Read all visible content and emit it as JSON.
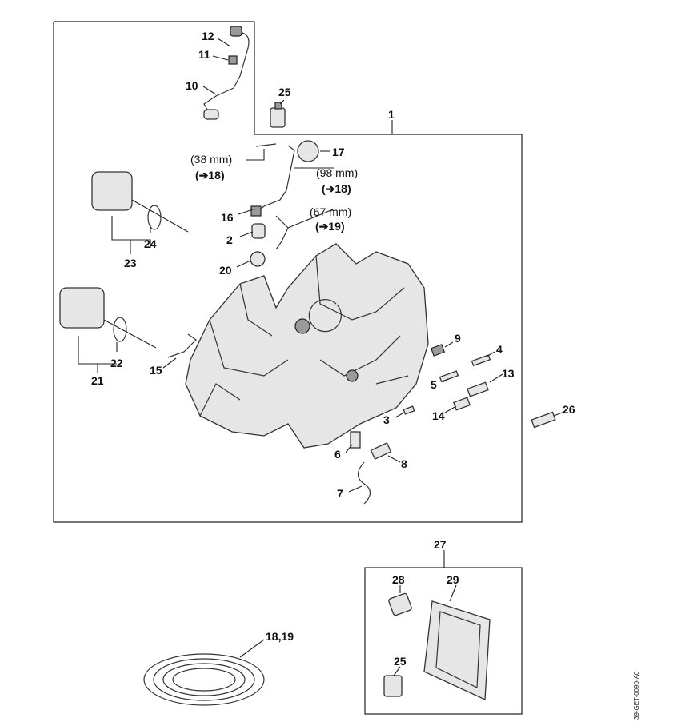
{
  "diagram": {
    "callouts": {
      "c1": "1",
      "c2": "2",
      "c3": "3",
      "c4": "4",
      "c5": "5",
      "c6": "6",
      "c7": "7",
      "c8": "8",
      "c9": "9",
      "c10": "10",
      "c11": "11",
      "c12": "12",
      "c13": "13",
      "c14": "14",
      "c15": "15",
      "c16": "16",
      "c17": "17",
      "c20": "20",
      "c21": "21",
      "c22": "22",
      "c23": "23",
      "c24": "24",
      "c25a": "25",
      "c25b": "25",
      "c26": "26",
      "c27": "27",
      "c28": "28",
      "c29": "29",
      "c1819": "18,19"
    },
    "notes": {
      "len38": "(38 mm)",
      "ref38": "(➔18)",
      "len98": "(98 mm)",
      "ref98": "(➔18)",
      "len67": "(67 mm)",
      "ref67": "(➔19)"
    },
    "drawing_code": "39-GET-0090-A0"
  }
}
